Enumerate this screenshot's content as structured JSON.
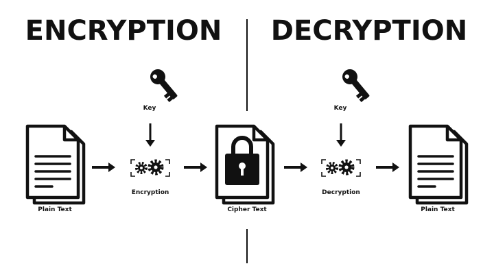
{
  "headings": {
    "left": "ENCRYPTION",
    "right": "DECRYPTION"
  },
  "labels": {
    "plain_text_left": "Plain Text",
    "key_left": "Key",
    "encryption": "Encryption",
    "cipher_text": "Cipher Text",
    "key_right": "Key",
    "decryption": "Decryption",
    "plain_text_right": "Plain Text"
  },
  "colors": {
    "ink": "#111111",
    "background": "#ffffff"
  },
  "icons": {
    "key": "key-icon",
    "document": "document-icon",
    "gears": "gears-icon",
    "locked_document": "locked-document-icon",
    "arrow": "arrow-right-icon"
  }
}
